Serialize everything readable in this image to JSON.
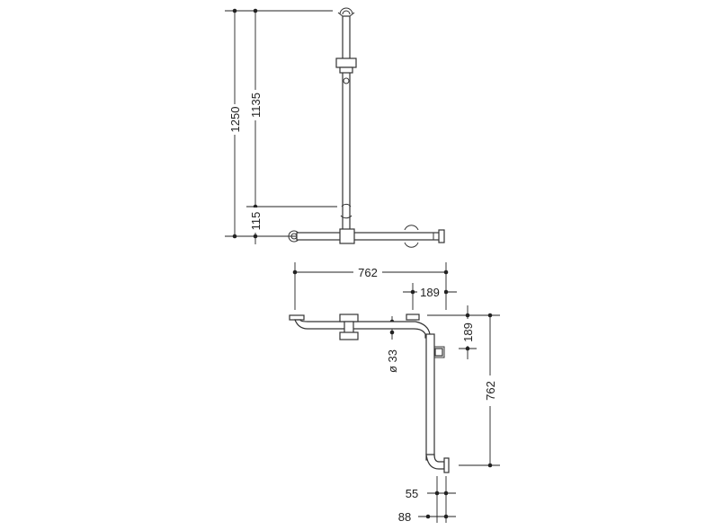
{
  "side_view": {
    "dims": {
      "overall_height": "1250",
      "vertical_bar_height": "1135",
      "bottom_offset": "115"
    }
  },
  "plan_view": {
    "dims": {
      "width_top": "762",
      "offset_top": "189",
      "offset_right": "189",
      "height_right": "762",
      "diameter": "ø 33",
      "bottom_55": "55",
      "bottom_88": "88"
    }
  },
  "colors": {
    "line": "#222222",
    "background": "#ffffff"
  }
}
